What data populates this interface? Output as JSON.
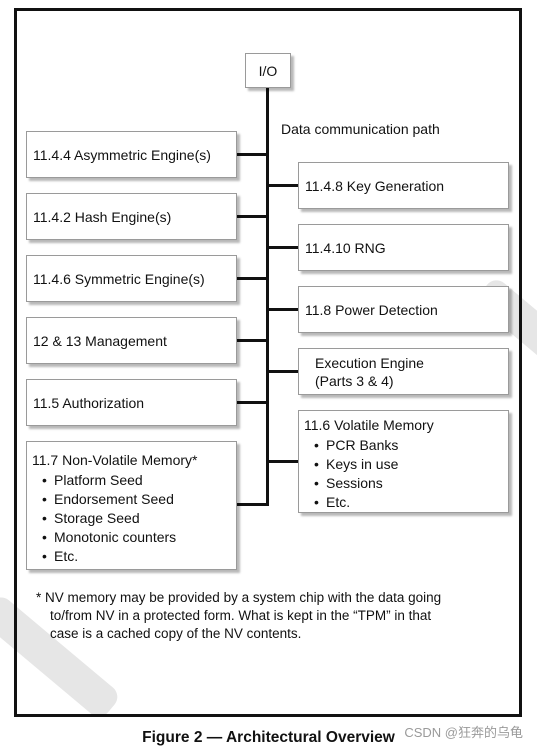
{
  "io_label": "I/O",
  "path_label": "Data communication path",
  "left_boxes": [
    {
      "label": "11.4.4 Asymmetric Engine(s)"
    },
    {
      "label": "11.4.2 Hash Engine(s)"
    },
    {
      "label": "11.4.6 Symmetric Engine(s)"
    },
    {
      "label": "12 & 13 Management"
    },
    {
      "label": "11.5 Authorization"
    }
  ],
  "nv_memory": {
    "title": "11.7 Non-Volatile Memory*",
    "items": [
      "Platform Seed",
      "Endorsement Seed",
      "Storage Seed",
      "Monotonic counters",
      "Etc."
    ]
  },
  "right_boxes": [
    {
      "label": "11.4.8 Key Generation"
    },
    {
      "label": "11.4.10 RNG"
    },
    {
      "label": "11.8 Power Detection"
    }
  ],
  "execution_engine": {
    "line1": "Execution Engine",
    "line2": "(Parts 3 & 4)"
  },
  "volatile_memory": {
    "title": "11.6 Volatile Memory",
    "items": [
      "PCR Banks",
      "Keys in use",
      "Sessions",
      "Etc."
    ]
  },
  "footnote": [
    "* NV memory may be provided by a system chip with the data going",
    "to/from NV in a protected form.  What is kept in the “TPM” in that",
    "case is a cached copy of the NV contents."
  ],
  "caption": "Figure 2 — Architectural Overview",
  "credit": "CSDN @狂奔的乌龟",
  "colors": {
    "watermark": "#e6e6e6",
    "line": "#111111",
    "box_border": "#9a9a9a"
  }
}
